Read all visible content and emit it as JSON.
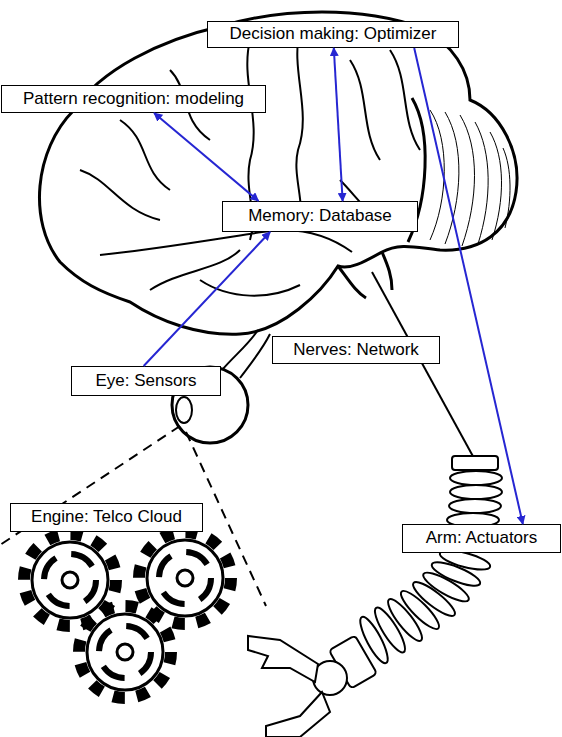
{
  "diagram": {
    "nodes": [
      {
        "text": [
          "Decision making: Optimizer"
        ]
      },
      {
        "text": [
          "Pattern recognition: modeling"
        ]
      },
      {
        "text": [
          "Memory: Database"
        ]
      },
      {
        "text": [
          "Nerves: Network"
        ]
      },
      {
        "text": [
          "Eye: Sensors"
        ]
      },
      {
        "text": [
          "Engine: Telco Cloud"
        ]
      },
      {
        "text": [
          "Arm: Actuators"
        ]
      }
    ],
    "edges": [
      {
        "from": 1,
        "to": 2,
        "arrow": "both"
      },
      {
        "from": 0,
        "to": 2,
        "arrow": "both"
      },
      {
        "from": 4,
        "to": 2,
        "arrow": "to"
      },
      {
        "from": 0,
        "to": 6,
        "arrow": "to"
      }
    ]
  }
}
